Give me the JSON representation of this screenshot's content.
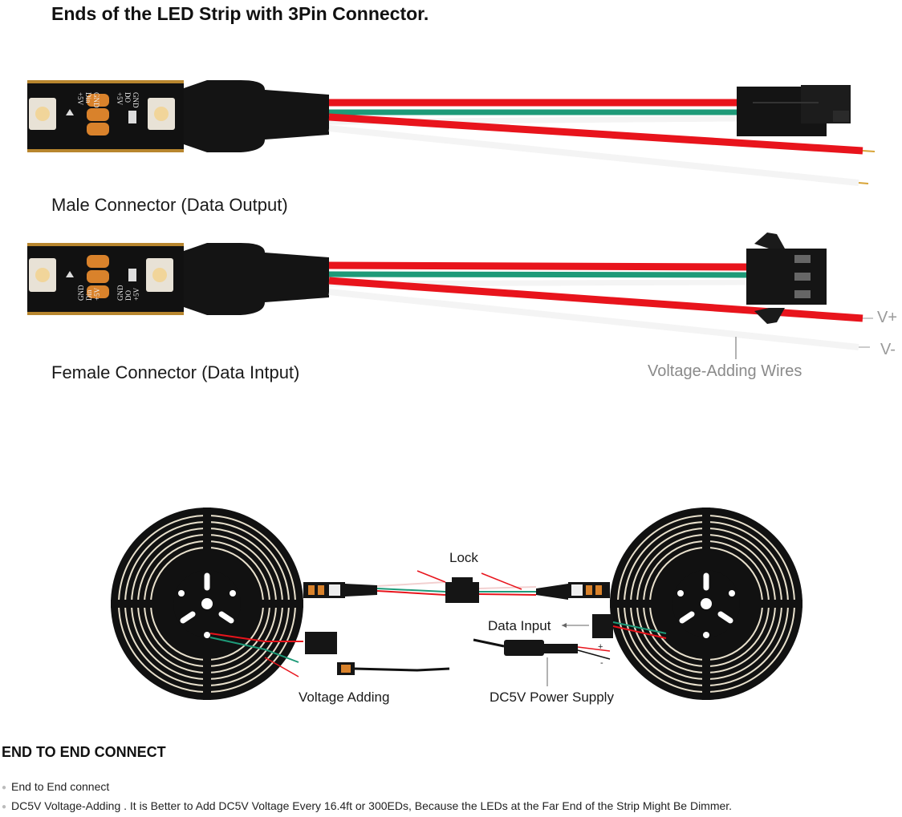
{
  "title": "Ends of the LED Strip with 3Pin Connector.",
  "male_caption": "Male Connector (Data Output)",
  "female_caption": "Female Connector (Data Intput)",
  "pad_labels_top": [
    "+5V",
    "Din",
    "GND",
    "+5V",
    "DO",
    "GND"
  ],
  "pad_labels_bottom": [
    "GND",
    "Din",
    "+5V",
    "GND",
    "DO",
    "+5V"
  ],
  "wire_labels": {
    "vplus": "V+",
    "vminus": "V-",
    "voltage_wires": "Voltage-Adding Wires"
  },
  "diagram_labels": {
    "lock": "Lock",
    "data_input": "Data Input",
    "voltage_adding": "Voltage Adding",
    "power_supply": "DC5V Power Supply"
  },
  "section": {
    "heading": "END TO END CONNECT",
    "bullets": [
      "End to End connect",
      "DC5V Voltage-Adding . It is Better to Add DC5V Voltage Every 16.4ft or 300EDs, Because the LEDs at the Far End of the Strip Might Be Dimmer."
    ]
  },
  "colors": {
    "wire_red": "#e8141c",
    "wire_green": "#1e9a78",
    "wire_white": "#f2f2f2",
    "strip": "#111111",
    "pad": "#d9822b"
  }
}
